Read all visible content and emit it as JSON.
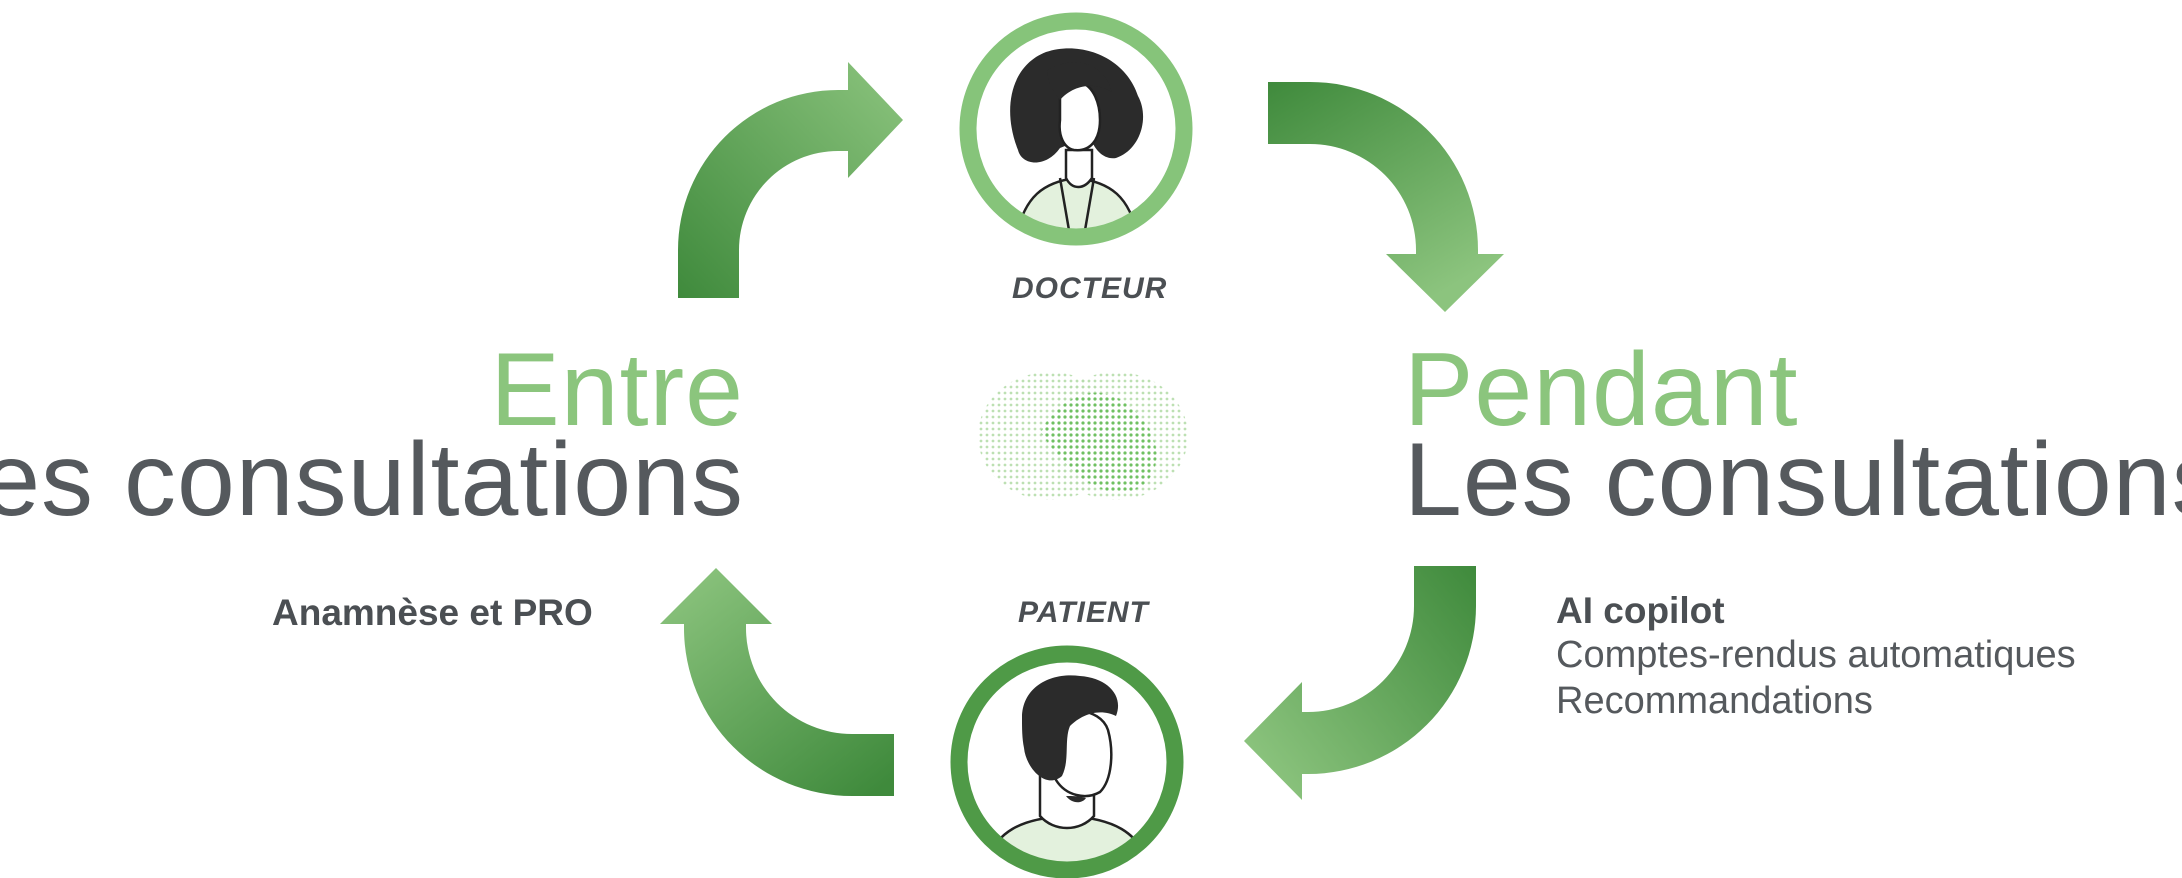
{
  "left_block": {
    "accent": "Entre",
    "title": "les consultations",
    "note": "Anamnèse et PRO"
  },
  "right_block": {
    "accent": "Pendant",
    "title": "Les consultations",
    "note_title": "AI copilot",
    "note_lines": [
      "Comptes-rendus automatiques",
      "Recommandations"
    ]
  },
  "roles": {
    "doctor": "DOCTEUR",
    "patient": "PATIENT"
  },
  "icons": [
    "doctor-avatar-icon",
    "patient-avatar-icon",
    "infinity-dots-icon",
    "curved-arrow-icon"
  ],
  "colors": {
    "accent_green": "#8bc57d",
    "dark_green": "#3f8a3c",
    "ring_light": "#86c47a",
    "ring_dark": "#4f9a47",
    "text_grey": "#55595d"
  }
}
